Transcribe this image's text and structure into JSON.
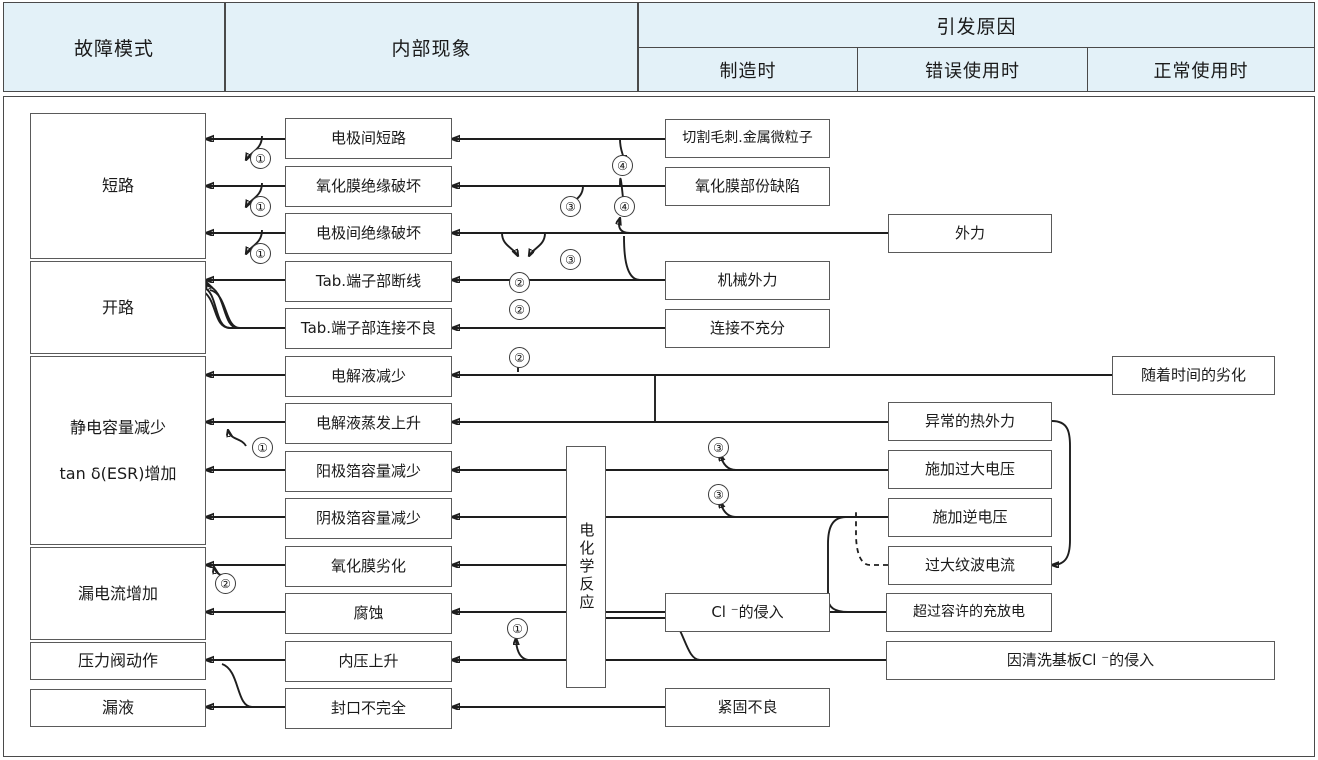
{
  "header": {
    "col_failure_mode": "故障模式",
    "col_internal": "内部现象",
    "col_causes": "引发原因",
    "sub_manufacture": "制造时",
    "sub_misuse": "错误使用时",
    "sub_normal": "正常使用时"
  },
  "failure_modes": [
    {
      "id": "short",
      "label": "短路"
    },
    {
      "id": "open",
      "label": "开路"
    },
    {
      "id": "cap",
      "label_1": "静电容量减少",
      "label_2": "tan δ(ESR)增加"
    },
    {
      "id": "leak-current",
      "label": "漏电流增加"
    },
    {
      "id": "valve",
      "label": "压力阀动作"
    },
    {
      "id": "leak-liquid",
      "label": "漏液"
    }
  ],
  "internal_phenomena": [
    {
      "id": "p1",
      "label": "电极间短路"
    },
    {
      "id": "p2",
      "label": "氧化膜绝缘破坏"
    },
    {
      "id": "p3",
      "label": "电极间绝缘破坏"
    },
    {
      "id": "p4",
      "label": "Tab.端子部断线"
    },
    {
      "id": "p5",
      "label": "Tab.端子部连接不良"
    },
    {
      "id": "p6",
      "label": "电解液减少"
    },
    {
      "id": "p7",
      "label": "电解液蒸发上升"
    },
    {
      "id": "p8",
      "label": "阳极箔容量减少"
    },
    {
      "id": "p9",
      "label": "阴极箔容量减少"
    },
    {
      "id": "p10",
      "label": "氧化膜劣化"
    },
    {
      "id": "p11",
      "label": "腐蚀"
    },
    {
      "id": "p12",
      "label": "内压上升"
    },
    {
      "id": "p13",
      "label": "封口不完全"
    }
  ],
  "electrochemical": {
    "label": "电化学反应"
  },
  "causes_manufacture": [
    {
      "id": "m1",
      "label": "切割毛刺.金属微粒子"
    },
    {
      "id": "m2",
      "label": "氧化膜部份缺陷"
    },
    {
      "id": "m3",
      "label": "机械外力"
    },
    {
      "id": "m4",
      "label": "连接不充分"
    },
    {
      "id": "m5",
      "label": "Cl ⁻的侵入"
    }
  ],
  "causes_misuse": [
    {
      "id": "x1",
      "label": "外力"
    },
    {
      "id": "x2",
      "label": "异常的热外力"
    },
    {
      "id": "x3",
      "label": "施加过大电压"
    },
    {
      "id": "x4",
      "label": "施加逆电压"
    },
    {
      "id": "x5",
      "label": "过大纹波电流"
    },
    {
      "id": "x6",
      "label": "超过容许的充放电"
    },
    {
      "id": "x7",
      "label": "因清洗基板Cl ⁻的侵入"
    },
    {
      "id": "x8",
      "label": "紧固不良"
    }
  ],
  "causes_normal": [
    {
      "id": "n1",
      "label": "随着时间的劣化"
    }
  ],
  "markers": [
    {
      "id": "mk1",
      "label": "①"
    },
    {
      "id": "mk2",
      "label": "①"
    },
    {
      "id": "mk3",
      "label": "①"
    },
    {
      "id": "mk4",
      "label": "①"
    },
    {
      "id": "mk5",
      "label": "①"
    },
    {
      "id": "mk6",
      "label": "②"
    },
    {
      "id": "mk7",
      "label": "②"
    },
    {
      "id": "mk8",
      "label": "②"
    },
    {
      "id": "mk9",
      "label": "②"
    },
    {
      "id": "mk10",
      "label": "③"
    },
    {
      "id": "mk11",
      "label": "③"
    },
    {
      "id": "mk12",
      "label": "③"
    },
    {
      "id": "mk13",
      "label": "③"
    },
    {
      "id": "mk14",
      "label": "④"
    },
    {
      "id": "mk15",
      "label": "④"
    }
  ],
  "colors": {
    "header_bg": "#e3f1f8",
    "border": "#4a4a4a",
    "box_border": "#5a5a5a",
    "line": "#1e1e1e",
    "text": "#1a1a1a"
  }
}
